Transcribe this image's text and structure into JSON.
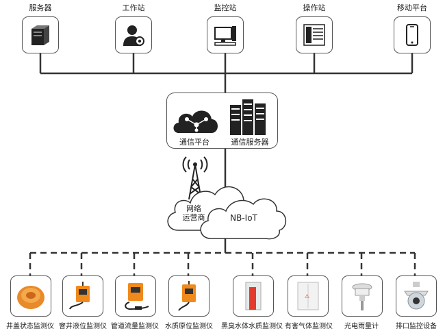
{
  "top_nodes": [
    {
      "label": "服务器",
      "icon": "server-icon"
    },
    {
      "label": "工作站",
      "icon": "workstation-user-icon"
    },
    {
      "label": "监控站",
      "icon": "monitor-computer-icon"
    },
    {
      "label": "操作站",
      "icon": "operator-panel-icon"
    },
    {
      "label": "移动平台",
      "icon": "mobile-phone-icon"
    }
  ],
  "hub": {
    "platform_label": "通信平台",
    "server_label": "通信服务器"
  },
  "network": {
    "operator_label_line1": "网络",
    "operator_label_line2": "运营商",
    "nbiot_label": "NB-IoT"
  },
  "devices": [
    {
      "label": "井盖状态监测仪",
      "icon": "manhole-cover-sensor-icon"
    },
    {
      "label": "窨井液位监测仪",
      "icon": "well-level-sensor-icon"
    },
    {
      "label": "管道流量监测仪",
      "icon": "pipe-flow-sensor-icon"
    },
    {
      "label": "水质原位监测仪",
      "icon": "water-quality-sensor-icon"
    },
    {
      "label": "黑臭水体水质监测仪",
      "icon": "black-water-monitor-icon"
    },
    {
      "label": "有害气体监测仪",
      "icon": "harmful-gas-monitor-icon"
    },
    {
      "label": "光电雨量计",
      "icon": "rain-gauge-icon"
    },
    {
      "label": "排口监控设备",
      "icon": "dome-camera-icon"
    }
  ],
  "colors": {
    "line": "#333333",
    "orange": "#f08a1c",
    "red": "#e23b2e"
  }
}
